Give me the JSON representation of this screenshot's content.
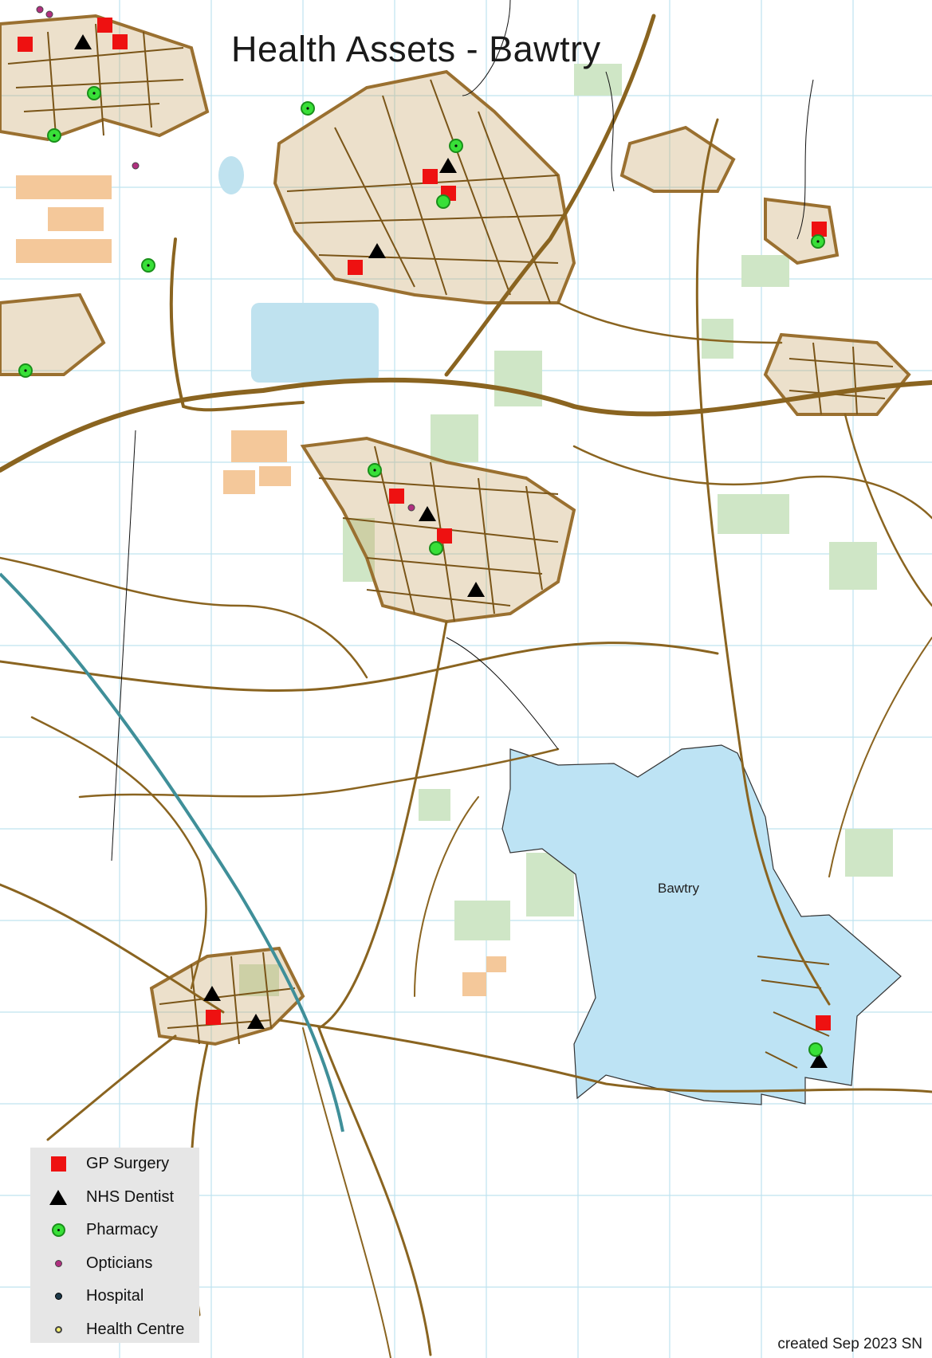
{
  "map": {
    "title": "Health Assets - Bawtry",
    "credit": "created Sep 2023 SN",
    "highlighted_area_label": "Bawtry",
    "colors": {
      "background": "#ffffff",
      "road": "#8a6420",
      "grid": "#bfe3ef",
      "water": "#bfe2ef",
      "woodland": "#cfe6c6",
      "industrial": "#f4c89a",
      "highlighted_area_fill": "#bde3f4",
      "canal": "#3f8f99"
    }
  },
  "legend": {
    "items": [
      {
        "key": "gp",
        "label": "GP Surgery",
        "symbol": "red-square",
        "color": "#ee1111"
      },
      {
        "key": "dentist",
        "label": "NHS Dentist",
        "symbol": "black-triangle",
        "color": "#000000"
      },
      {
        "key": "pharmacy",
        "label": "Pharmacy",
        "symbol": "green-circle",
        "color": "#38e038"
      },
      {
        "key": "opticians",
        "label": "Opticians",
        "symbol": "purple-dot",
        "color": "#b03080"
      },
      {
        "key": "hospital",
        "label": "Hospital",
        "symbol": "dark-dot",
        "color": "#1d3a4a"
      },
      {
        "key": "health_centre",
        "label": "Health Centre",
        "symbol": "yellow-dot",
        "color": "#f4f070"
      }
    ]
  }
}
